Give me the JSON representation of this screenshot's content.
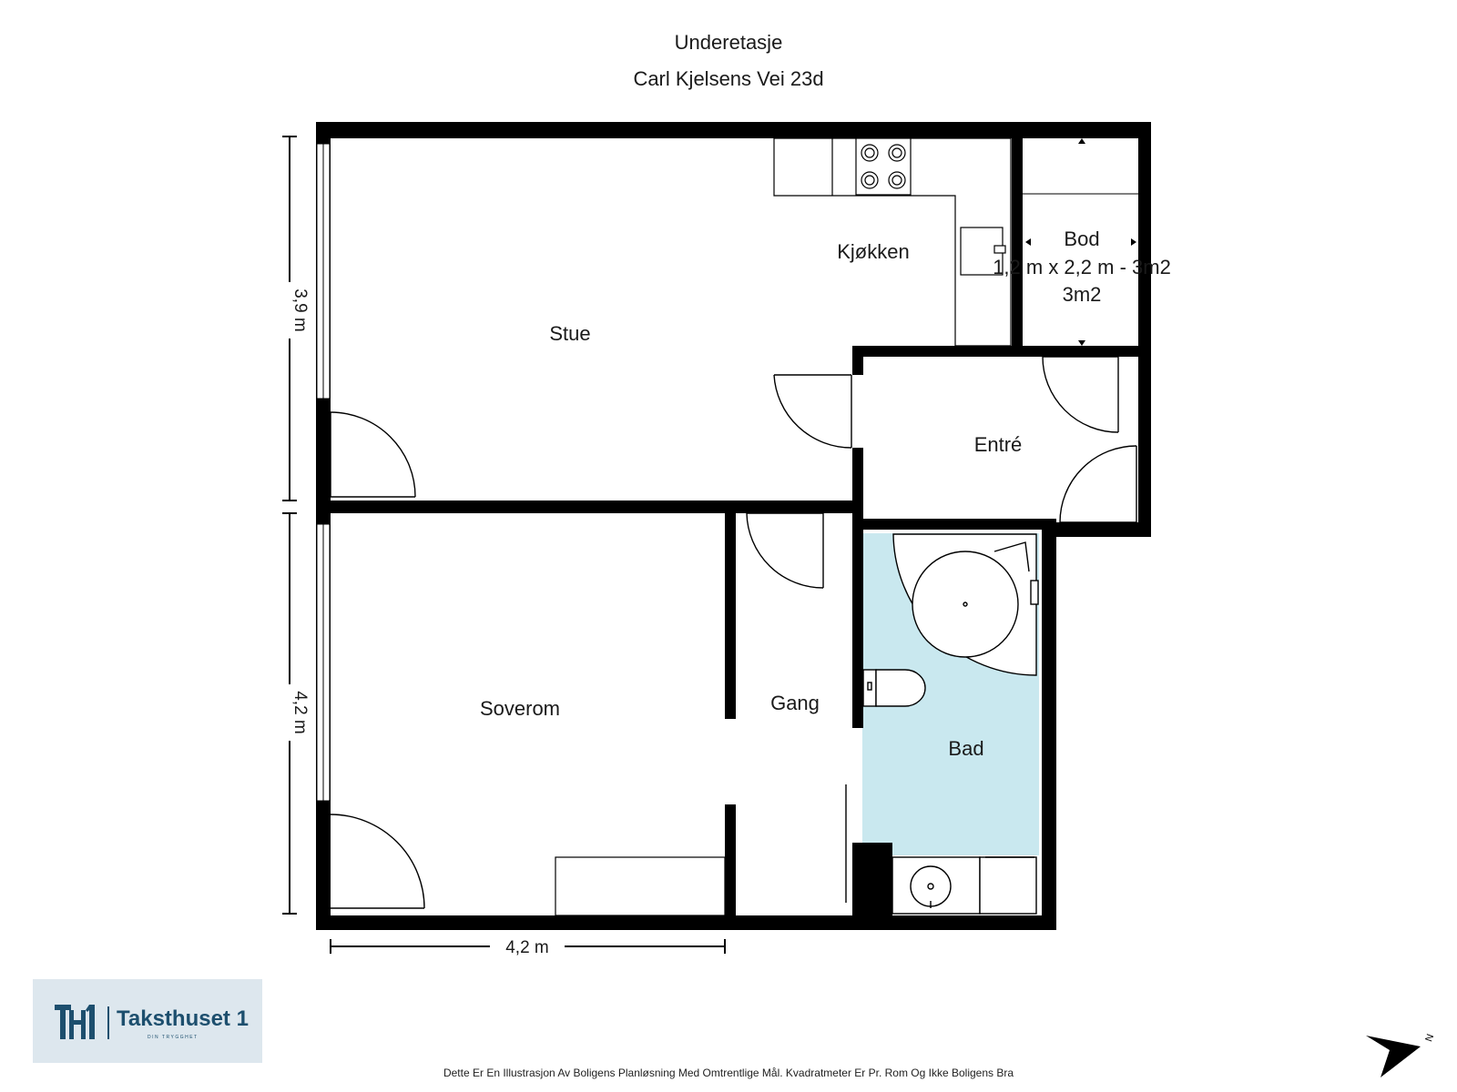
{
  "header": {
    "title": "Underetasje",
    "address": "Carl Kjelsens Vei 23d"
  },
  "rooms": {
    "stue": "Stue",
    "kjokken": "Kjøkken",
    "bod": "Bod",
    "bod_dims": "1,2 m x 2,2 m - 3m2",
    "bod_area": "3m2",
    "entre": "Entré",
    "soverom": "Soverom",
    "gang": "Gang",
    "bad": "Bad"
  },
  "dimensions": {
    "upper_height": "3,9 m",
    "lower_height": "4,2 m",
    "bottom_width": "4,2 m"
  },
  "footer": {
    "disclaimer": "Dette Er En Illustrasjon Av Boligens Planløsning Med Omtrentlige Mål. Kvadratmeter Er Pr. Rom Og Ikke Boligens Bra"
  },
  "logo": {
    "mark": "TH1",
    "name": "Taksthuset 1",
    "tagline": "DIN TRYGGHET"
  },
  "compass": {
    "label": "N"
  },
  "colors": {
    "wall": "#000000",
    "bathroom_fill": "#c9e8ef",
    "logo_bg": "#dde7ee",
    "logo_text": "#1d4f6e"
  }
}
